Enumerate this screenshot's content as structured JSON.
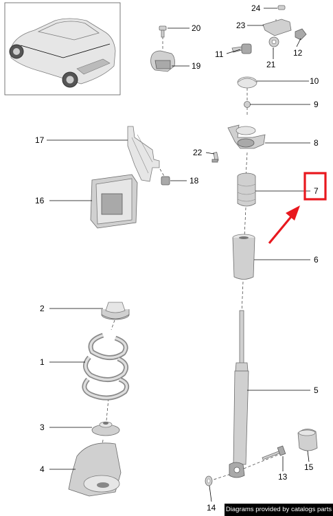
{
  "callouts": {
    "c1": "1",
    "c2": "2",
    "c3": "3",
    "c4": "4",
    "c5": "5",
    "c6": "6",
    "c7": "7",
    "c8": "8",
    "c9": "9",
    "c10": "10",
    "c11": "11",
    "c12": "12",
    "c13": "13",
    "c14": "14",
    "c15": "15",
    "c16": "16",
    "c17": "17",
    "c18": "18",
    "c19": "19",
    "c20": "20",
    "c21": "21",
    "c22": "22",
    "c23": "23",
    "c24": "24"
  },
  "highlight": {
    "callout": "7",
    "color": "#e8181e"
  },
  "footer": {
    "text": "Diagrams provided by catalogs parts"
  }
}
